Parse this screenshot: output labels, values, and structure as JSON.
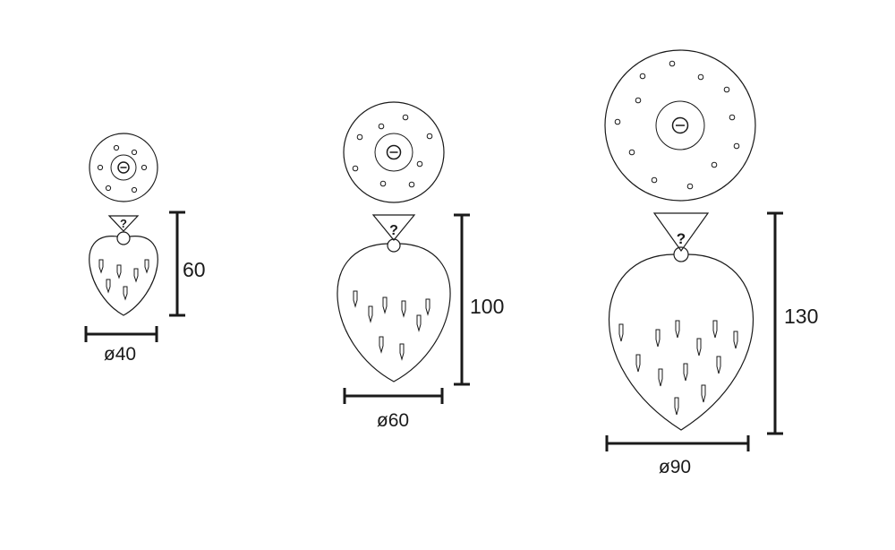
{
  "lamps": [
    {
      "height_label": "60",
      "diameter_label": "ø40"
    },
    {
      "height_label": "100",
      "diameter_label": "ø60"
    },
    {
      "height_label": "130",
      "diameter_label": "ø90"
    }
  ]
}
